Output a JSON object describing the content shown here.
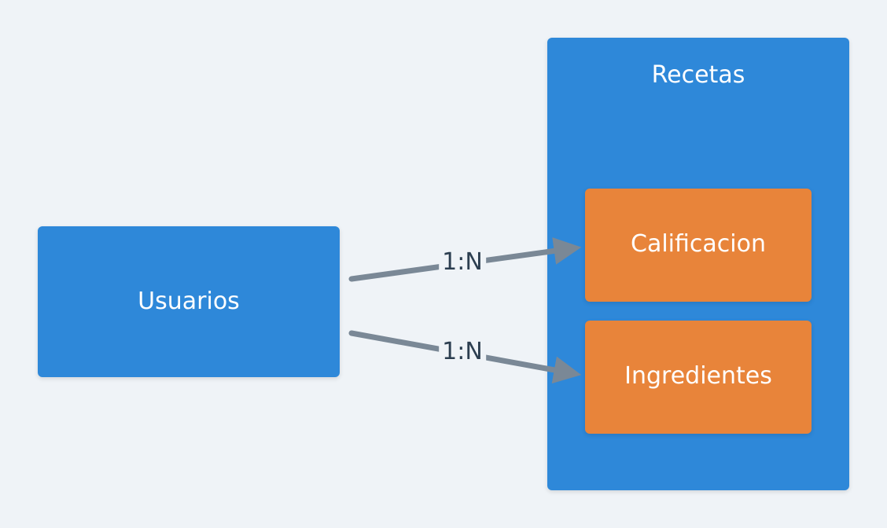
{
  "nodes": {
    "usuarios": "Usuarios",
    "recetas": "Recetas",
    "calificacion": "Calificacion",
    "ingredientes": "Ingredientes"
  },
  "edges": [
    {
      "from": "Usuarios",
      "to": "Calificacion",
      "label": "1:N"
    },
    {
      "from": "Usuarios",
      "to": "Ingredientes",
      "label": "1:N"
    }
  ],
  "colors": {
    "background": "#eff3f7",
    "entity": "#2e88d9",
    "child_entity": "#e8843a",
    "edge": "#7a8896",
    "edge_label": "#2c3e50",
    "node_text": "#ffffff"
  }
}
